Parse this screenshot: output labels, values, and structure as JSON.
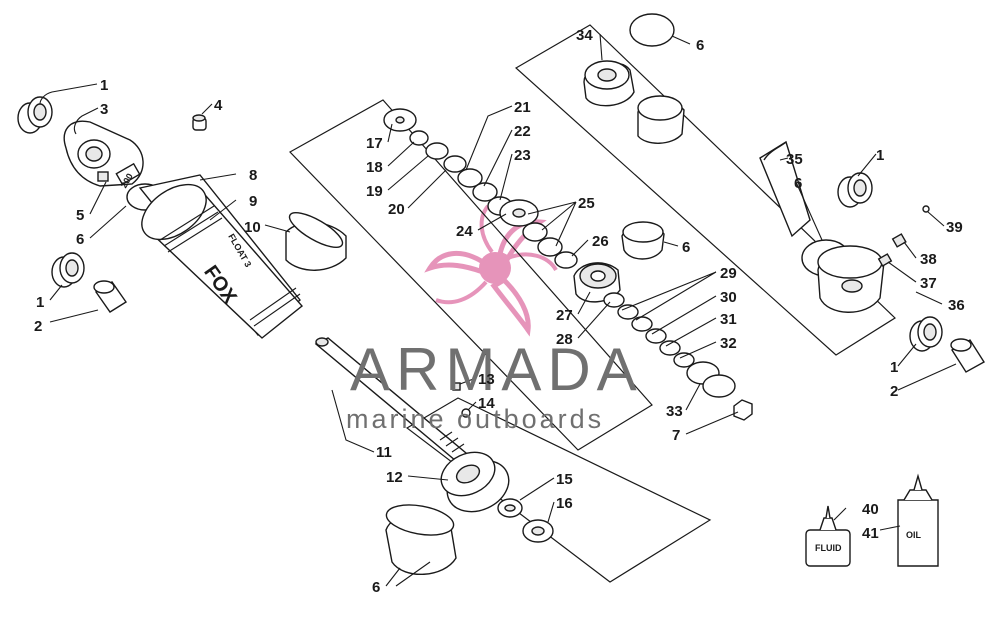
{
  "watermark": {
    "brand": "ARMADA",
    "tagline": "marine outboards",
    "accent_color": "#e07aaa",
    "text_color": "#707070"
  },
  "product_labels": {
    "reservoir_label": "FLOAT 3",
    "brand_logo": "FOX",
    "psi_marking": "200",
    "fluid_bottle": "FLUID",
    "oil_bottle": "OIL"
  },
  "callouts": [
    {
      "id": "c1a",
      "text": "1"
    },
    {
      "id": "c3",
      "text": "3"
    },
    {
      "id": "c4",
      "text": "4"
    },
    {
      "id": "c5",
      "text": "5"
    },
    {
      "id": "c6a",
      "text": "6"
    },
    {
      "id": "c1b",
      "text": "1"
    },
    {
      "id": "c2a",
      "text": "2"
    },
    {
      "id": "c8",
      "text": "8"
    },
    {
      "id": "c9",
      "text": "9"
    },
    {
      "id": "c10",
      "text": "10"
    },
    {
      "id": "c11",
      "text": "11"
    },
    {
      "id": "c12",
      "text": "12"
    },
    {
      "id": "c13",
      "text": "13"
    },
    {
      "id": "c14",
      "text": "14"
    },
    {
      "id": "c15",
      "text": "15"
    },
    {
      "id": "c16",
      "text": "16"
    },
    {
      "id": "c6b",
      "text": "6"
    },
    {
      "id": "c17",
      "text": "17"
    },
    {
      "id": "c18",
      "text": "18"
    },
    {
      "id": "c19",
      "text": "19"
    },
    {
      "id": "c20",
      "text": "20"
    },
    {
      "id": "c21",
      "text": "21"
    },
    {
      "id": "c22",
      "text": "22"
    },
    {
      "id": "c23",
      "text": "23"
    },
    {
      "id": "c24",
      "text": "24"
    },
    {
      "id": "c25",
      "text": "25"
    },
    {
      "id": "c26",
      "text": "26"
    },
    {
      "id": "c6c",
      "text": "6"
    },
    {
      "id": "c27",
      "text": "27"
    },
    {
      "id": "c28",
      "text": "28"
    },
    {
      "id": "c29",
      "text": "29"
    },
    {
      "id": "c30",
      "text": "30"
    },
    {
      "id": "c31",
      "text": "31"
    },
    {
      "id": "c32",
      "text": "32"
    },
    {
      "id": "c33",
      "text": "33"
    },
    {
      "id": "c7",
      "text": "7"
    },
    {
      "id": "c34",
      "text": "34"
    },
    {
      "id": "c6d",
      "text": "6"
    },
    {
      "id": "c35",
      "text": "35"
    },
    {
      "id": "c6e",
      "text": "6"
    },
    {
      "id": "c1c",
      "text": "1"
    },
    {
      "id": "c39",
      "text": "39"
    },
    {
      "id": "c38",
      "text": "38"
    },
    {
      "id": "c37",
      "text": "37"
    },
    {
      "id": "c36",
      "text": "36"
    },
    {
      "id": "c1d",
      "text": "1"
    },
    {
      "id": "c2b",
      "text": "2"
    },
    {
      "id": "c40",
      "text": "40"
    },
    {
      "id": "c41",
      "text": "41"
    }
  ]
}
